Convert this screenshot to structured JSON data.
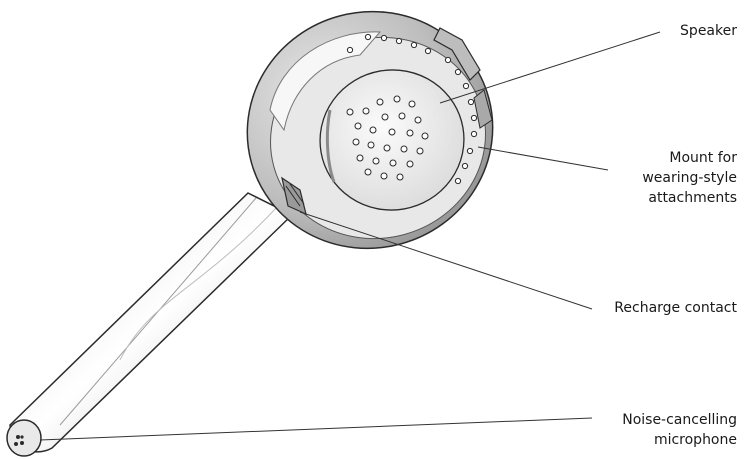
{
  "callouts": {
    "speaker": "Speaker",
    "mount_line1": "Mount for",
    "mount_line2": "wearing-style",
    "mount_line3": "attachments",
    "recharge": "Recharge contact",
    "mic_line1": "Noise-cancelling",
    "mic_line2": "microphone"
  },
  "colors": {
    "outline": "#2b2b2b",
    "leader_line": "#333333",
    "fill_light": "#f2f2f2",
    "fill_mid": "#cfcfcf",
    "fill_dark": "#9a9a9a"
  }
}
